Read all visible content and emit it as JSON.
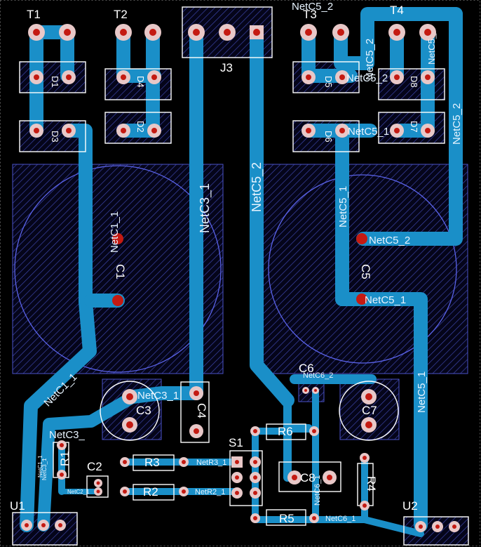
{
  "colors": {
    "background": "#000000",
    "trace": "#1a8fc8",
    "pad_pink": "#e8c8c8",
    "drill": "#c41a12",
    "outline": "#ffffff",
    "courtyard": "#4a52c8",
    "label": "#ffffff"
  },
  "components": {
    "T1": "T1",
    "T2": "T2",
    "T3": "T3",
    "T4": "T4",
    "J3": "J3",
    "C1": "C1",
    "C2": "C2",
    "C3": "C3",
    "C4": "C4",
    "C5": "C5",
    "C6": "C6",
    "C7": "C7",
    "C8": "C8",
    "R1": "R1",
    "R2": "R2",
    "R3": "R3",
    "R4": "R4",
    "R5": "R5",
    "R6": "R6",
    "S1": "S1",
    "U1": "U1",
    "U2": "U2",
    "D1": "D1",
    "D2": "D2",
    "D3": "D3",
    "D4": "D4",
    "D5": "D5",
    "D6": "D6",
    "D7": "D7",
    "D8": "D8"
  },
  "nets": {
    "NetC1_1": "NetC1_1",
    "NetC3_1": "NetC3_1",
    "NetC5_1": "NetC5_1",
    "NetC5_2": "NetC5_2",
    "NetC3_": "NetC3_",
    "NetC6_1": "NetC6_1",
    "NetC6_2": "NetC6_2",
    "NetR3_1": "NetR3_1",
    "NetR2_1": "NetR2_1",
    "NetC5_": "NetC5_",
    "NetC2_1": "NetC2_1",
    "NetC3_1_short": "NetC3_1",
    "NetC1_1_short": "NetC1_1"
  }
}
